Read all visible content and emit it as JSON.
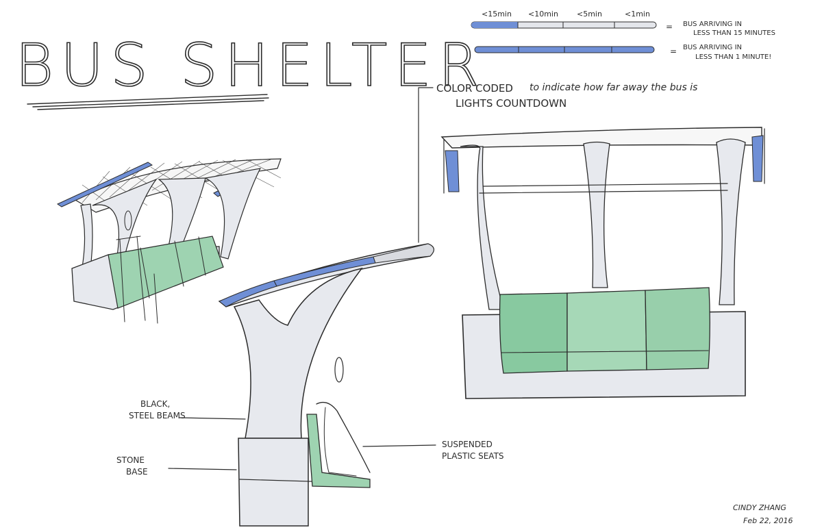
{
  "title": "BUS SHELTER",
  "legend": {
    "ticks": [
      "<15min",
      "<10min",
      "<5min",
      "<1min"
    ],
    "rows": [
      {
        "equals": "=",
        "line1": "BUS ARRIVING IN",
        "line2": "LESS THAN 15 MINUTES"
      },
      {
        "equals": "=",
        "line1": "BUS ARRIVING IN",
        "line2": "LESS THAN 1 MINUTE!"
      }
    ]
  },
  "notes": {
    "color_coded_1": "COLOR CODED",
    "color_coded_2": "to indicate how far away the bus is",
    "lights": "LIGHTS COUNTDOWN",
    "beams_1": "BLACK,",
    "beams_2": "STEEL BEAMS",
    "base_1": "STONE",
    "base_2": "BASE",
    "seats_1": "SUSPENDED",
    "seats_2": "PLASTIC SEATS"
  },
  "signature": {
    "name": "CINDY ZHANG",
    "date": "Feb 22, 2016"
  },
  "colors": {
    "light_blue": "#6f8fd6",
    "unlit_grey": "#d9dbe0",
    "seat_green": "#9ed3b1",
    "ink": "#2b2b2b"
  }
}
